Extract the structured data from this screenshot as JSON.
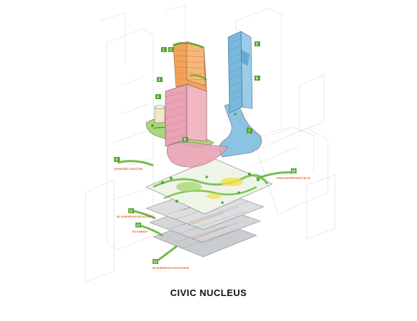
{
  "caption": "CIVIC NUCLEUS",
  "labels": {
    "from_west": "FROM MAIN JUNCTION",
    "from_east": "FROM WATERFRONT BLVD",
    "lower_1": "B1 UNDERPASS BOULEVARD",
    "lower_2": "B2 SUBWAY",
    "lower_3": "B3 UNDERPASS BOULEVARD"
  },
  "colors": {
    "tower_orange": "#f2a35a",
    "tower_pink": "#e9a3b4",
    "tower_blue": "#79b8dc",
    "green": "#5cb02e",
    "badge": "#4ea52a",
    "label": "#e0621f",
    "floor_grey": "#c9ccd0"
  }
}
